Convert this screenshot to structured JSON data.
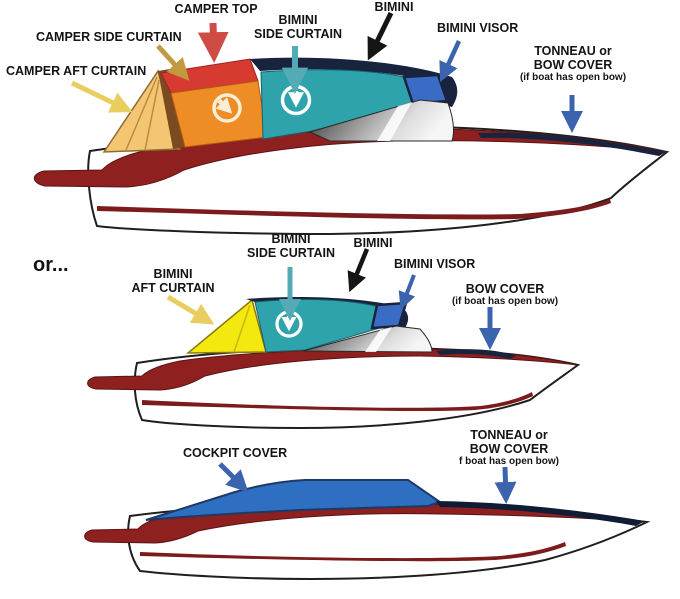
{
  "palette": {
    "camper_top_red": "#d63a31",
    "camper_side_orange": "#ee8c25",
    "camper_aft_tan": "#f4c673",
    "bimini_teal": "#2fa3ab",
    "bimini_navy": "#18243e",
    "visor_blue": "#3a6bc5",
    "aft_curtain_yellow": "#f4e90e",
    "cockpit_cover_blue": "#2e6fc2",
    "hull_stripe_maroon": "#8e2120",
    "hull_white": "#ffffff",
    "arrow_red": "#cf4b45",
    "arrow_tan": "#c19a3f",
    "arrow_gold": "#e9cd5e",
    "arrow_teal": "#55abb5",
    "arrow_black": "#151515",
    "arrow_blue": "#3c63ad"
  },
  "divider": {
    "or_label": "or..."
  },
  "boat1": {
    "labels": {
      "camper_top": "CAMPER TOP",
      "camper_side_curtain": "CAMPER SIDE CURTAIN",
      "camper_aft_curtain": "CAMPER AFT CURTAIN",
      "bimini_side_curtain_line1": "BIMINI",
      "bimini_side_curtain_line2": "SIDE CURTAIN",
      "bimini": "BIMINI",
      "bimini_visor": "BIMINI VISOR",
      "tonneau_line1": "TONNEAU or",
      "tonneau_line2": "BOW COVER",
      "tonneau_note": "(if boat has open bow)"
    }
  },
  "boat2": {
    "labels": {
      "bimini_aft_curtain_line1": "BIMINI",
      "bimini_aft_curtain_line2": "AFT CURTAIN",
      "bimini_side_curtain_line1": "BIMINI",
      "bimini_side_curtain_line2": "SIDE CURTAIN",
      "bimini": "BIMINI",
      "bimini_visor": "BIMINI VISOR",
      "bow_cover_line1": "BOW COVER",
      "bow_cover_note": "(if boat has open bow)"
    }
  },
  "boat3": {
    "labels": {
      "cockpit_cover": "COCKPIT COVER",
      "tonneau_line1": "TONNEAU or",
      "tonneau_line2": "BOW COVER",
      "tonneau_note": "f boat has open bow)"
    }
  }
}
